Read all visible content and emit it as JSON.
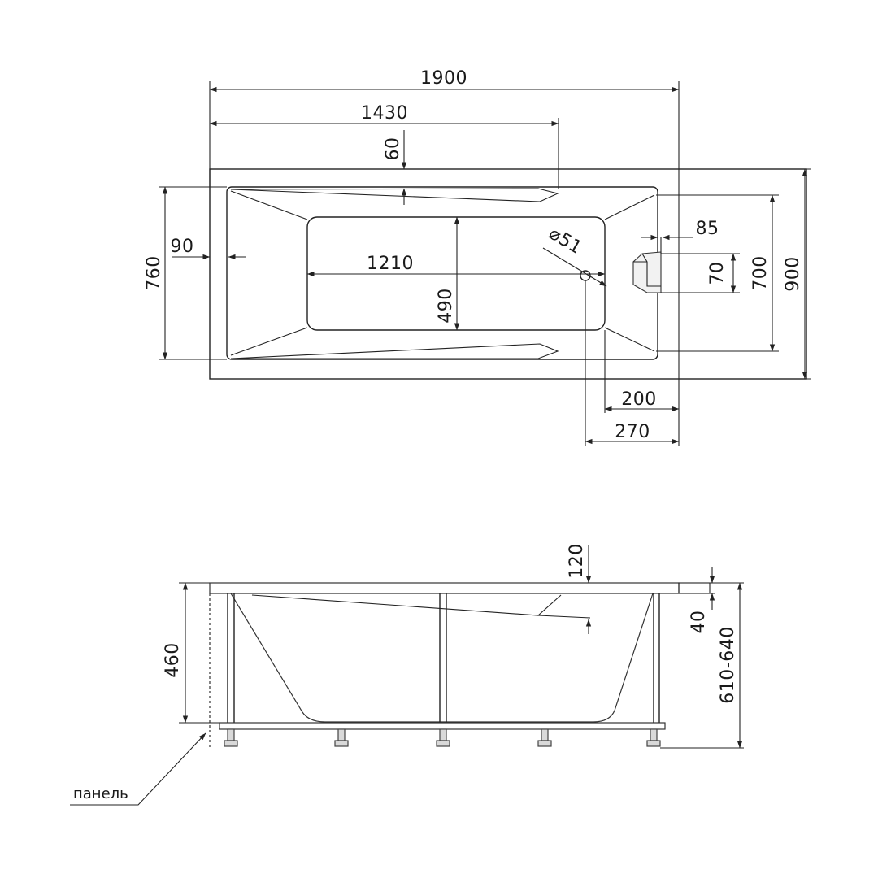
{
  "top_view": {
    "dim_1900": "1900",
    "dim_1430": "1430",
    "dim_60": "60",
    "dim_760": "760",
    "dim_90": "90",
    "dim_1210": "1210",
    "dim_490": "490",
    "dim_d51": "⌀51",
    "dim_85": "85",
    "dim_70": "70",
    "dim_700": "700",
    "dim_900": "900",
    "dim_200": "200",
    "dim_270": "270"
  },
  "side_view": {
    "dim_460": "460",
    "dim_120": "120",
    "dim_40": "40",
    "dim_610_640": "610-640",
    "panel_label": "панель"
  }
}
